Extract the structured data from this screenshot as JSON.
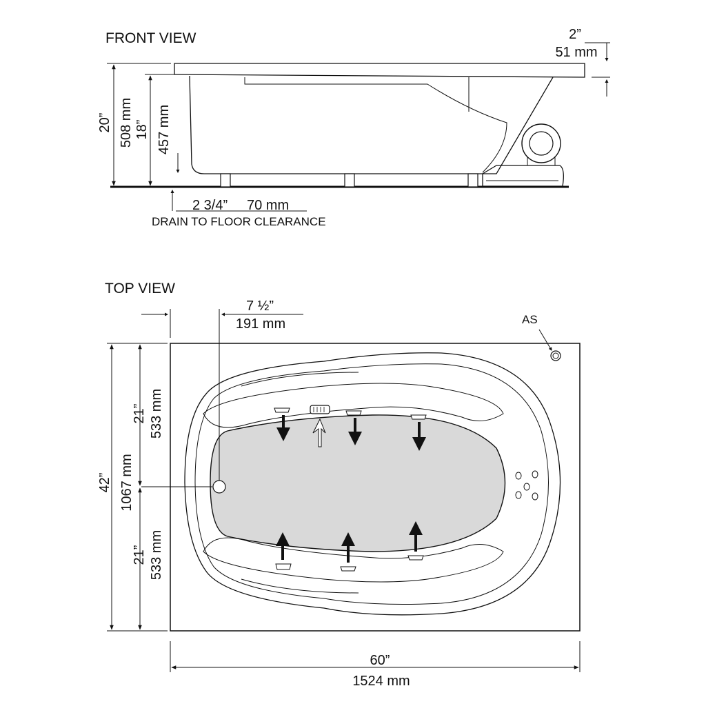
{
  "front_view": {
    "title": "FRONT VIEW",
    "rim_height_in": "2”",
    "rim_height_mm": "51 mm",
    "total_height_in": "20”",
    "total_height_mm": "508 mm",
    "inner_height_in": "18”",
    "inner_height_mm": "457 mm",
    "drain_clearance_in": "2 3/4”",
    "drain_clearance_mm": "70 mm",
    "drain_clearance_caption": "DRAIN TO FLOOR CLEARANCE"
  },
  "top_view": {
    "title": "TOP VIEW",
    "drain_offset_in": "7 ½”",
    "drain_offset_mm": "191 mm",
    "as_label": "AS",
    "upper_half_in": "21”",
    "upper_half_mm": "533 mm",
    "width_in": "42”",
    "width_mm": "1067 mm",
    "lower_half_in": "21”",
    "lower_half_mm": "533 mm",
    "length_in": "60”",
    "length_mm": "1524 mm"
  }
}
